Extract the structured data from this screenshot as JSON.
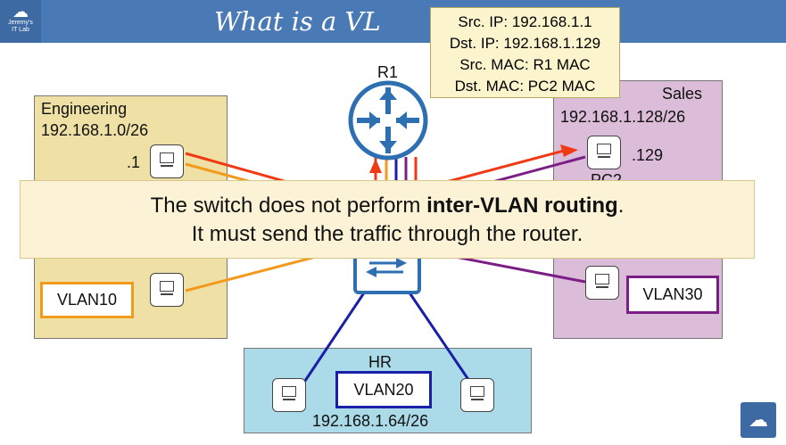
{
  "header": {
    "logo_text": "Jeremy's IT Lab",
    "logo_line1": "Jeremy's",
    "logo_line2": "IT Lab",
    "title": "What is a VL",
    "background": "#4a7ab5"
  },
  "router": {
    "label": "R1",
    "icon": "router-icon",
    "color": "#2e6fb2"
  },
  "switch": {
    "icon": "switch-icon",
    "color": "#2e6fb2"
  },
  "info_box": {
    "src_ip": "Src. IP: 192.168.1.1",
    "dst_ip": "Dst. IP: 192.168.1.129",
    "src_mac": "Src. MAC: R1 MAC",
    "dst_mac": "Dst. MAC: PC2 MAC"
  },
  "engineering": {
    "name": "Engineering",
    "subnet": "192.168.1.0/26",
    "pc1_host": ".1",
    "vlan": "VLAN10",
    "color": "#efe0a6",
    "vlan_color": "#f29a1c"
  },
  "sales": {
    "name": "Sales",
    "subnet": "192.168.1.128/26",
    "pc2_host": ".129",
    "pc2_name_partial": "PC2",
    "vlan": "VLAN30",
    "color": "#dbbcd9",
    "vlan_color": "#7b1f86"
  },
  "hr": {
    "name": "HR",
    "subnet": "192.168.1.64/26",
    "vlan": "VLAN20",
    "color": "#abdbe8",
    "vlan_color": "#1a1fa8"
  },
  "banner": {
    "line1_prefix": "The switch does not perform ",
    "line1_bold": "inter-VLAN routing",
    "line1_suffix": ".",
    "line2": "It must send the traffic through the router."
  },
  "traffic_color": "#f03a16"
}
